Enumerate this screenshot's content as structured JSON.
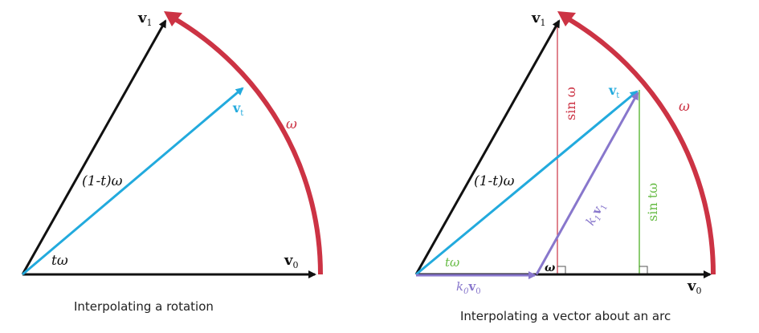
{
  "colors": {
    "black": "#111111",
    "arc_red": "#cc3344",
    "cyan": "#22aadd",
    "purple": "#8877cc",
    "green": "#66bb44",
    "sin_red": "#cc3344"
  },
  "left": {
    "v1": "v",
    "v1_sub": "1",
    "v0": "v",
    "v0_sub": "0",
    "vt": "v",
    "vt_sub": "t",
    "omega": "ω",
    "one_minus_t_omega": "(1-t)ω",
    "t_omega": "tω",
    "caption": "Interpolating a rotation"
  },
  "right": {
    "v1": "v",
    "v1_sub": "1",
    "v0": "v",
    "v0_sub": "0",
    "vt": "v",
    "vt_sub": "t",
    "omega": "ω",
    "one_minus_t_omega": "(1-t)ω",
    "t_omega": "tω",
    "corner_omega": "ω",
    "sin_omega": "sin ω",
    "sin_t_omega": "sin tω",
    "k0v0": "k",
    "k0v0_sub": "0",
    "k0v0_v": "v",
    "k0v0_v_sub": "0",
    "k1v1": "k",
    "k1v1_sub": "1",
    "k1v1_v": "v",
    "k1v1_v_sub": "1",
    "caption": "Interpolating a vector about an arc"
  }
}
